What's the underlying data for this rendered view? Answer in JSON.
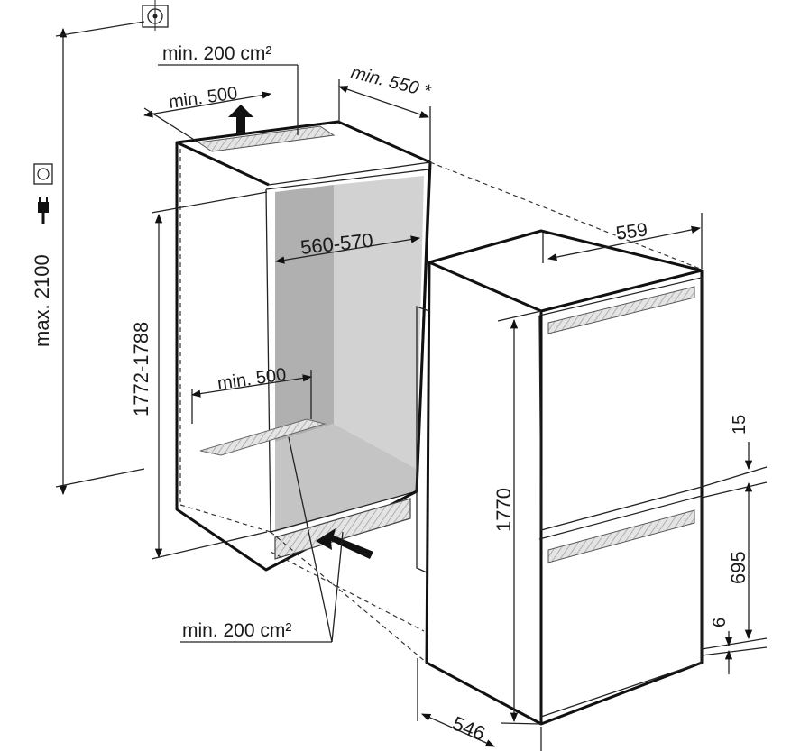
{
  "labels": {
    "max_height": "max. 2100",
    "niche_height": "1772-1788",
    "niche_width": "560-570",
    "top_vent_area": "min. 200 cm²",
    "top_vent_depth": "min. 500",
    "niche_depth": "min. 550 *",
    "bottom_vent_depth": "min. 500",
    "bottom_vent_area": "min. 200 cm²",
    "appliance_width": "559",
    "appliance_height": "1770",
    "appliance_depth": "546",
    "door_gap": "15",
    "lower_door_height": "695",
    "bottom_gap": "6"
  },
  "icons": [
    "wall-mount-icon",
    "power-socket-icon",
    "power-plug-icon"
  ],
  "colors": {
    "line": "#111111",
    "niche_shade": "#b3b3b3",
    "niche_wall": "#cfcfcf",
    "hatch": "#d9d9d9"
  }
}
